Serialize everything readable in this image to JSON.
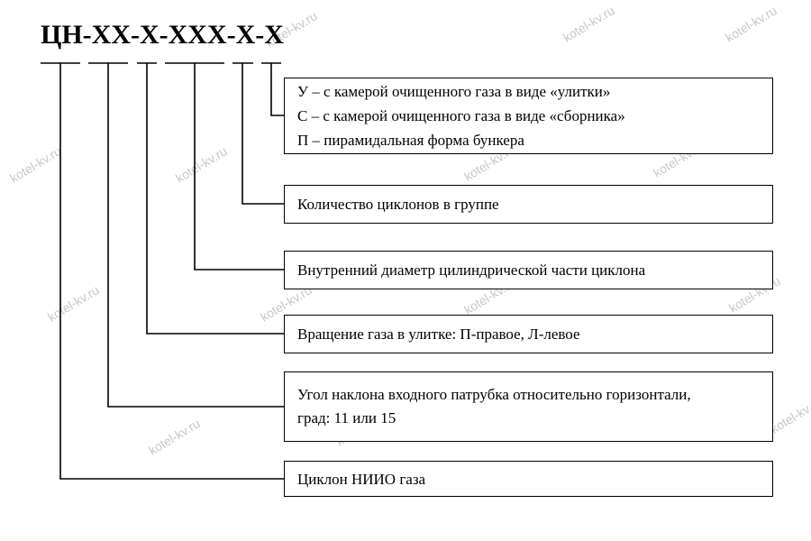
{
  "code": {
    "title": "ЦН-ХХ-Х-ХХХ-Х-Х"
  },
  "watermark": {
    "text": "kotel-kv.ru"
  },
  "legend": {
    "box1": {
      "line1": "У – с камерой очищенного газа в виде «улитки»",
      "line2": "С – с камерой очищенного газа в виде «сборника»",
      "line3": "П – пирамидальная форма бункера"
    },
    "box2": "Количество циклонов в группе",
    "box3": "Внутренний диаметр цилиндрической части циклона",
    "box4": "Вращение газа в улитке: П-правое, Л-левое",
    "box5": "Угол наклона входного патрубка относительно горизонтали, град: 11 или 15",
    "box6": "Циклон НИИО газа"
  }
}
